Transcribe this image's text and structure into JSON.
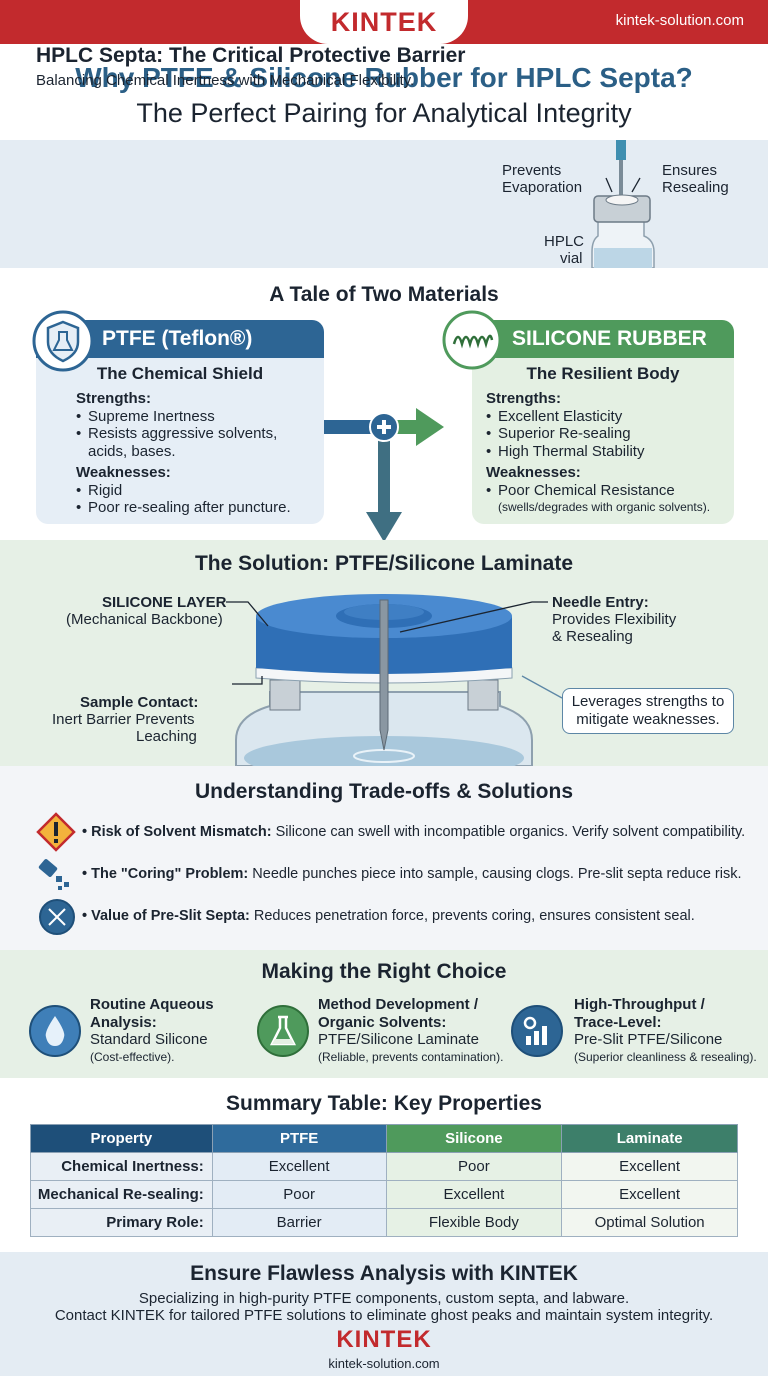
{
  "brand": {
    "logo": "KINTEK",
    "url": "kintek-solution.com",
    "color": "#c22a2d"
  },
  "title": {
    "main": "Why PTFE & Silicone Rubber for HPLC Septa?",
    "sub": "The Perfect Pairing for Analytical Integrity"
  },
  "barrier": {
    "title": "HPLC Septa: The Critical Protective Barrier",
    "subtitle": "Balancing Chemical Inertness with Mechanical Flexibility.",
    "labels": {
      "prevents": "Prevents",
      "evaporation": "Evaporation",
      "ensures": "Ensures",
      "resealing": "Resealing",
      "hplc": "HPLC",
      "vial": "vial"
    }
  },
  "tale": {
    "title": "A Tale of Two Materials",
    "ptfe": {
      "name": "PTFE (Teflon®)",
      "subtitle": "The Chemical Shield",
      "strengths_h": "Strengths:",
      "strengths": [
        "Supreme Inertness",
        "Resists aggressive solvents,",
        "acids, bases."
      ],
      "weaknesses_h": "Weaknesses:",
      "weaknesses": [
        "Rigid",
        "Poor re-sealing after puncture."
      ]
    },
    "silicone": {
      "name": "SILICONE RUBBER",
      "subtitle": "The Resilient Body",
      "strengths_h": "Strengths:",
      "strengths": [
        "Excellent Elasticity",
        "Superior Re-sealing",
        "High Thermal Stability"
      ],
      "weaknesses_h": "Weaknesses:",
      "weaknesses": [
        "Poor Chemical Resistance",
        "(swells/degrades with organic solvents)."
      ]
    }
  },
  "solution": {
    "title": "The Solution: PTFE/Silicone Laminate",
    "silicone_layer": "SILICONE LAYER",
    "silicone_layer_sub": "(Mechanical Backbone)",
    "needle_h": "Needle Entry:",
    "needle_1": "Provides Flexibility",
    "needle_2": "& Resealing",
    "sample_h": "Sample Contact:",
    "sample_1": "Inert Barrier Prevents",
    "sample_2": "Leaching",
    "callout_1": "Leverages strengths to",
    "callout_2": "mitigate weaknesses."
  },
  "tradeoffs": {
    "title": "Understanding Trade-offs & Solutions",
    "items": [
      {
        "label": "• Risk of Solvent Mismatch:",
        "text": " Silicone can swell with incompatible organics. Verify solvent compatibility.",
        "icon": "warning-icon"
      },
      {
        "label": "• The \"Coring\" Problem:",
        "text": " Needle punches piece into sample, causing clogs. Pre-slit septa reduce risk.",
        "icon": "coring-icon"
      },
      {
        "label": "• Value of Pre-Slit Septa:",
        "text": " Reduces penetration force, prevents coring, ensures consistent seal.",
        "icon": "pre-slit-icon"
      }
    ]
  },
  "choice": {
    "title": "Making the Right Choice",
    "items": [
      {
        "h1": "Routine Aqueous",
        "h2": "Analysis:",
        "t": "Standard Silicone",
        "s": "(Cost-effective).",
        "icon": "water-drop-icon"
      },
      {
        "h1": "Method Development /",
        "h2": "Organic Solvents:",
        "t": "PTFE/Silicone Laminate",
        "s": "(Reliable, prevents contamination).",
        "icon": "flask-icon"
      },
      {
        "h1": "High-Throughput /",
        "h2": "Trace-Level:",
        "t": "Pre-Slit PTFE/Silicone",
        "s": "(Superior cleanliness & resealing).",
        "icon": "chart-gear-icon"
      }
    ]
  },
  "summary": {
    "title": "Summary Table: Key Properties",
    "headers": [
      "Property",
      "PTFE",
      "Silicone",
      "Laminate"
    ],
    "rows": [
      [
        "Chemical Inertness:",
        "Excellent",
        "Poor",
        "Excellent"
      ],
      [
        "Mechanical Re-sealing:",
        "Poor",
        "Excellent",
        "Excellent"
      ],
      [
        "Primary Role:",
        "Barrier",
        "Flexible Body",
        "Optimal Solution"
      ]
    ]
  },
  "footer": {
    "title": "Ensure Flawless Analysis with KINTEK",
    "line1": "Specializing in high-purity PTFE components, custom septa, and labware.",
    "line2": "Contact KINTEK for tailored PTFE solutions to eliminate ghost peaks and maintain system integrity.",
    "logo": "KINTEK",
    "url": "kintek-solution.com"
  }
}
